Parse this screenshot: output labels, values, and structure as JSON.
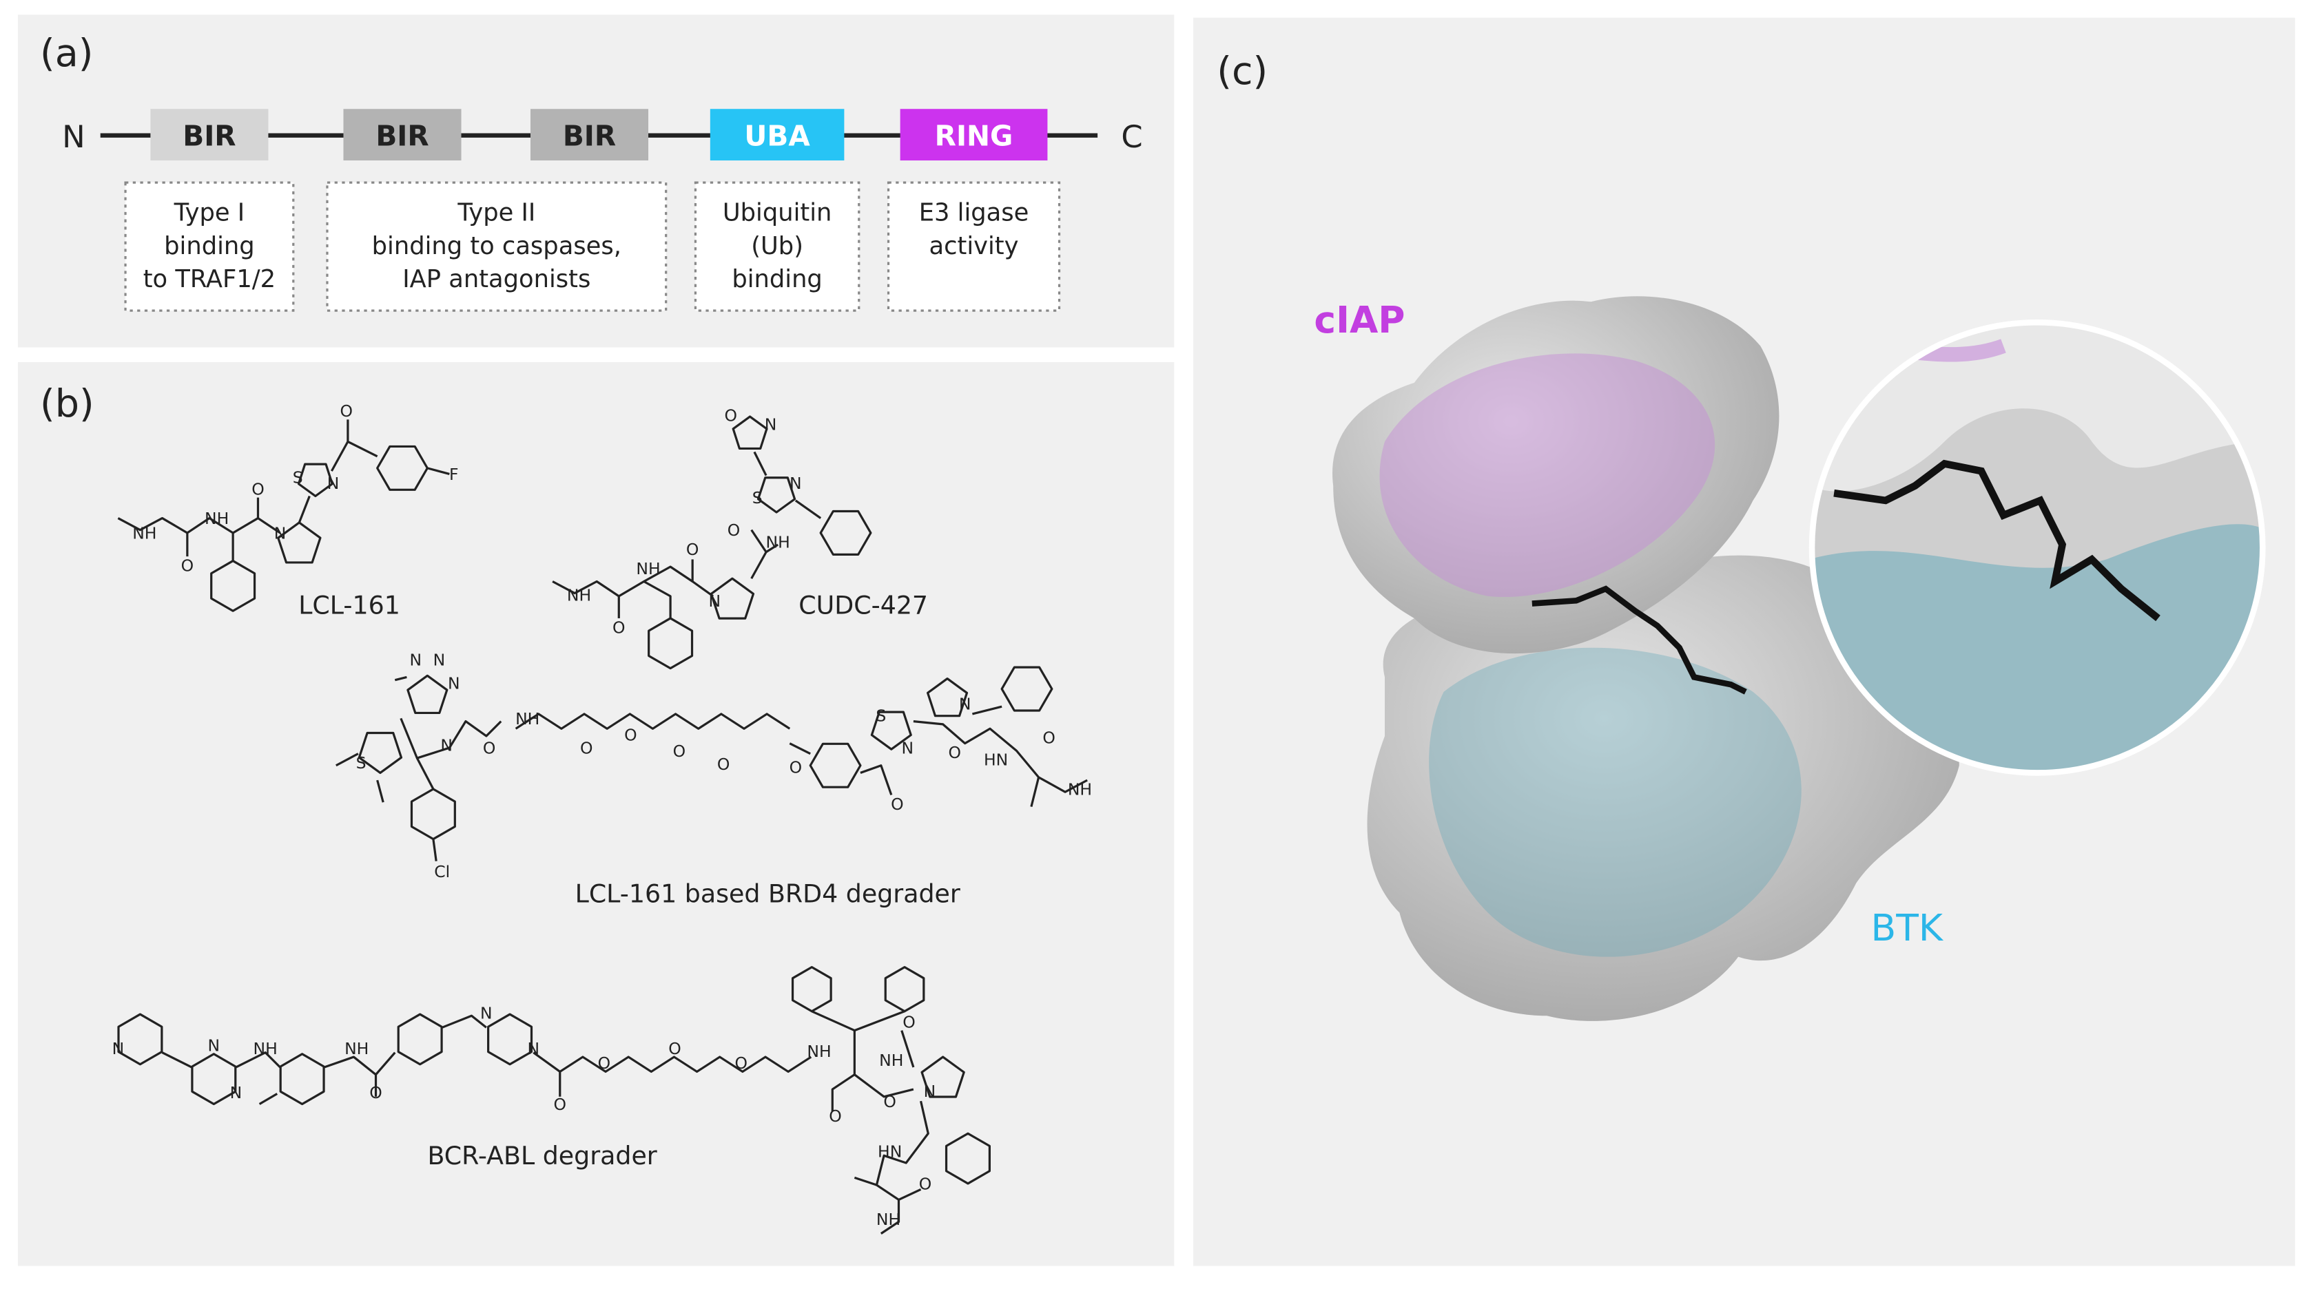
{
  "panel_a": {
    "label": "(a)",
    "n_terminus": "N",
    "c_terminus": "C",
    "domains": [
      {
        "name": "BIR",
        "color": "#d5d5d5",
        "text_color": "#222222"
      },
      {
        "name": "BIR",
        "color": "#b3b3b3",
        "text_color": "#222222"
      },
      {
        "name": "BIR",
        "color": "#b3b3b3",
        "text_color": "#222222"
      },
      {
        "name": "UBA",
        "color": "#27c4f5",
        "text_color": "#ffffff"
      },
      {
        "name": "RING",
        "color": "#cc33ee",
        "text_color": "#ffffff"
      }
    ],
    "annotations": [
      {
        "lines": [
          "Type I",
          "binding",
          "to TRAF1/2"
        ]
      },
      {
        "lines": [
          "Type II",
          "binding to caspases,",
          "IAP antagonists"
        ]
      },
      {
        "lines": [
          "Ubiquitin",
          "(Ub)",
          "binding"
        ]
      },
      {
        "lines": [
          "E3 ligase",
          "activity"
        ]
      }
    ]
  },
  "panel_b": {
    "label": "(b)",
    "molecules": [
      {
        "name": "LCL-161",
        "atoms": [
          "NH",
          "O",
          "NH",
          "O",
          "N",
          "S",
          "N",
          "O",
          "F"
        ]
      },
      {
        "name": "CUDC-427",
        "atoms": [
          "NH",
          "O",
          "NH",
          "O",
          "N",
          "O",
          "NH",
          "S",
          "N",
          "O",
          "N"
        ]
      },
      {
        "name": "LCL-161 based BRD4 degrader",
        "atoms": [
          "N",
          "N",
          "N",
          "S",
          "N",
          "Cl",
          "O",
          "NH",
          "O",
          "O",
          "O",
          "O",
          "O",
          "S",
          "N",
          "O",
          "N",
          "O",
          "HN",
          "O",
          "NH"
        ]
      },
      {
        "name": "BCR-ABL degrader",
        "atoms": [
          "N",
          "N",
          "N",
          "NH",
          "NH",
          "O",
          "N",
          "N",
          "O",
          "O",
          "O",
          "O",
          "NH",
          "O",
          "NH",
          "O",
          "N",
          "O",
          "HN",
          "O",
          "NH"
        ]
      }
    ]
  },
  "panel_c": {
    "label": "(c)",
    "protein_1": {
      "name": "cIAP",
      "color": "#c23fe0"
    },
    "protein_2": {
      "name": "BTK",
      "color": "#2bb6e8"
    }
  }
}
